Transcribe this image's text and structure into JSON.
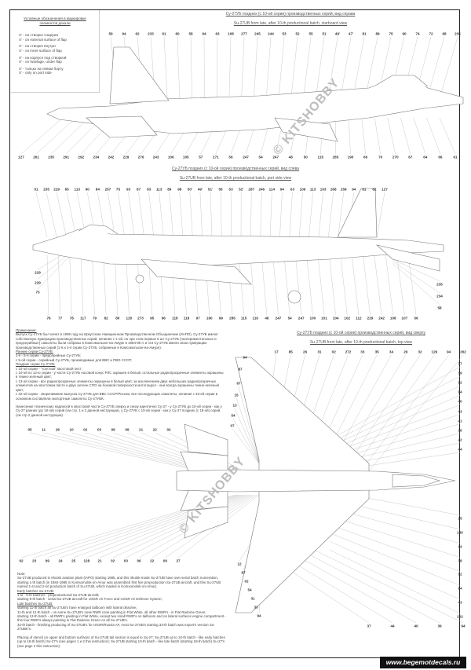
{
  "legend": {
    "title": "Условные обозначения в маркировке элементов декали",
    "items": [
      [
        "X' - на створке снаружи",
        "X' - on external surface of flap"
      ],
      [
        "X' - на створке внутри",
        "X' - on inner surface of flap"
      ],
      [
        "X' - на корпусе под створкой",
        "X' - on fuselage, under flap"
      ],
      [
        "X' - только на левом борту",
        "X' - only on port side"
      ]
    ]
  },
  "starboard_view": {
    "title_ru": "Су-27УБ поздних (с 10-ой серии) производственных серий, вид справа",
    "title_en": "Su-27UB from late, after 10-th productional batch, starboard view",
    "top_numbers": [
      "59",
      "94",
      "62",
      "233",
      "61",
      "60",
      "58",
      "94",
      "63",
      "108",
      "277",
      "245",
      "244",
      "53",
      "52",
      "55",
      "51",
      "49'",
      "47'",
      "81",
      "89",
      "75",
      "90",
      "74",
      "72",
      "68",
      "235"
    ],
    "bottom_numbers": [
      "127",
      "261",
      "235",
      "291",
      "292",
      "234",
      "242",
      "229",
      "276",
      "243",
      "106",
      "105",
      "57",
      "271",
      "56",
      "247",
      "54",
      "247",
      "48",
      "50",
      "115",
      "285",
      "190",
      "66",
      "70",
      "270",
      "67",
      "64",
      "66",
      "61"
    ]
  },
  "port_view": {
    "title_ru": "Су-27УБ поздних (с 10-ой серии) производственных серий, вид слева",
    "title_en": "Su-27UB from late, after 10-th productional batch, port side view",
    "top_numbers": [
      "01",
      "235",
      "229",
      "65",
      "113",
      "90",
      "84",
      "257",
      "75",
      "93",
      "87",
      "63",
      "113",
      "89",
      "98",
      "50'",
      "49'",
      "51'",
      "55",
      "53",
      "52'",
      "287",
      "246",
      "114",
      "94",
      "63",
      "109",
      "113",
      "103",
      "268",
      "259",
      "94",
      "61",
      "62",
      "127"
    ],
    "left_numbers": [
      "229",
      "229",
      "73"
    ],
    "right_numbers": [
      "235",
      "234",
      "58"
    ],
    "bottom_numbers": [
      "76",
      "77",
      "78",
      "117",
      "79",
      "82",
      "80",
      "120",
      "273",
      "95",
      "96",
      "118",
      "118",
      "97",
      "190",
      "99",
      "285",
      "115",
      "116",
      "48",
      "247",
      "54",
      "247",
      "100",
      "101",
      "104",
      "102",
      "112",
      "229",
      "242",
      "108",
      "107",
      "56"
    ]
  },
  "top_view": {
    "title_ru": "Су-27УБ поздних (с 10-ой серии) производственных серий, вид сверху",
    "title_en": "Su-27UB from late, after 10-th productional batch, top view",
    "top_numbers": [
      "17",
      "85",
      "26",
      "31",
      "02",
      "272",
      "33",
      "35",
      "34",
      "29",
      "32",
      "129",
      "94",
      "262"
    ],
    "right_upper_numbers": [
      "37",
      "39",
      "02",
      "94",
      "40",
      "43",
      "41",
      "36",
      "42",
      "44"
    ],
    "right_lower_numbers": [
      "15",
      "130",
      "14",
      "38",
      "02",
      "94",
      "43",
      "262"
    ],
    "bottom_numbers": [
      "37",
      "44",
      "40",
      "39",
      "94"
    ],
    "left_upper_diag": [
      "94",
      "87",
      "67",
      "15",
      "13",
      "54",
      "07"
    ],
    "left_lower_diag": [
      "12",
      "87",
      "02",
      "54",
      "31",
      "33",
      "94"
    ],
    "mid_left_row": [
      "05",
      "11",
      "26",
      "10",
      "02",
      "03",
      "06",
      "09",
      "21",
      "22",
      "02"
    ],
    "lower_left_row": [
      "02",
      "23",
      "99",
      "24",
      "25",
      "128",
      "21",
      "02",
      "03",
      "06",
      "22",
      "09",
      "27"
    ]
  },
  "notes_ru": {
    "heading": "Примечание:",
    "intro": "Выпуск Су-27УБ был начат в 1985 году на Иркутском Авиационном Производственном Объединении (ИАПО). Су-27УБ имеют собственную нумерацию производственных серий, начиная с 1-ой, но при этом первые 5 шт Су-27УБ (экспериментальные и предсерийные) самолеты были собраны в Комсомольске-на-Амуре в 1984-85 гг и эти Су-27УБ имели свою нумерацию производственных серий (1-я и 2-я серии Су-27УБ, собранные в Комсомольске-на-Амуре).",
    "early_heading": "Ранние серии Су-27УБ:",
    "early": [
      "1-я - 5-я серии - предсерийные Су-27УБ;",
      "с 5-ой серии - серийный Су-27УБ, производимые для ВВС и ПВО СССР;"
    ],
    "late_heading": "Поздние серии Су-27УБ:",
    "late": [
      "с 10-ой серии - \"толстый\" хвостовой пест;",
      "с 10-ой по 12-ю серии - у части Су-27УБ носовой конус РЛС окрашен в белый, остальные радиопрозрачные элементы окрашены в темно-зеленый цвет;",
      "с 13-ой серии - все радиопрозрачные элементы окрашены в белый цвет, за исключением двух небольших радиопрозрачных элементов на хвостовом пасте и двух антенн СПО на боковой поверхности мотогондол - они всегда окрашены темно-зеленый цвет;",
      "с 32-ой серии - сворачивание выпуска Су-27УБ для ВВС СССР/России, все последующие самолеты, начиная с 33-ей серии в основном составляли экспортные самолеты Су-27УБК."
    ],
    "tail": "Нанесение технических надписей в хвостовой части Су-27УБ сверху и снизу идентично Су-27 - у Су-27УБ до 10-ой серии - как у Су-27 ранних (до 18-ой) серий (см стр. 1 и 2 данной инструкции), у Су-27УБ с 10-ой серии - как у Су-27 поздних (с 18-ой) серий (см стр 2 данной инструкции)."
  },
  "notes_en": {
    "heading": "Note:",
    "intro": "Su-27UB produced in Irkutsk aviation plant (IAPO) starting 1985, and this Irkutsk-made Su-27UB have own serial batch numeration, starting 1-th batch (in 1984-1985 in Komsomolsk-on-Amur was assembled first five preproduction Su-27UB aircraft, and this Su-27UB named 1-st and 2-nd production batch of Su-27UB, which maded in Komsomolsk-on-Amur).",
    "early_heading": "Early batches Su-27UB:",
    "early": [
      "1-st - 5-th batches - preproductional Su-27UB aircraft;",
      "starting 6-th batch - serial Su-27UB aircraft for USSR Air Force and USSR Air Defense System;"
    ],
    "late_heading": "Late batches Su-27UB:",
    "late": [
      "starting 11-th batch all Su-27UB's have enlarged tailboom with lateral dissolve;",
      "11-th and 12-th batch - on some Su-27UB's nose RWR cone painting in Flat White, all other RWR's - in Flat Radome Green;",
      "starting 13-th batch - all RWR's painting in Flat White, except two small RWR's on tailboom and on lateral surfaces engine compartment - this four RWR's always painting in Flat Radome Green on all Su-27UB's.",
      "32-th batch - finishing producing of Su-27UB's for USSR/Russia AF, most Su-27UB's starting 33-th batch was export's version Su-27UBK's."
    ],
    "tail": "Placing of stencil on upper and bottom surfaces of Su-27UB tail section is equal to Su-27: Su-27UB up to 10-th batch - like early batches (up to 18-th batch) Su-27's (see pages 1 и 2 this instruction); Su-27UB starting 10-th batch - like late batch (starting 18-th batch) Su-27's (see page 2 this instruction)."
  },
  "watermark": "© KITSHOBBY",
  "website": "www.begemotdecals.ru"
}
